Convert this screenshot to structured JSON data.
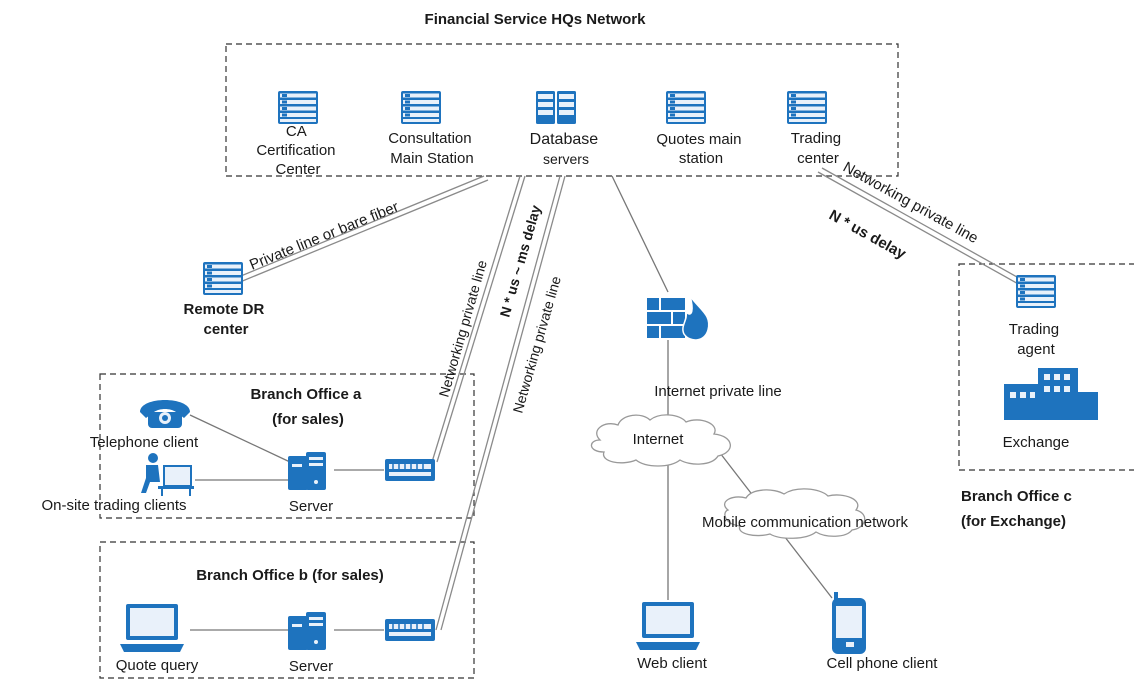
{
  "title": "Financial Service HQs Network",
  "hq": {
    "ca": [
      "CA",
      "Certification",
      "Center"
    ],
    "consultation": [
      "Consultation",
      "Main Station"
    ],
    "database": [
      "Database",
      "servers"
    ],
    "quotes": [
      "Quotes main",
      "station"
    ],
    "trading": [
      "Trading",
      "center"
    ]
  },
  "remote_dr": [
    "Remote DR",
    "center"
  ],
  "links": {
    "private_or_fiber": "Private line or bare fiber",
    "net_private_a": "Networking private line",
    "net_private_b": "Networking private line",
    "net_private_c": "Networking private line",
    "delay_ms": "N * us ~ ms delay",
    "delay_us": "N * us delay",
    "internet_private": "Internet private line"
  },
  "branch_a": {
    "title": [
      "Branch Office a",
      "(for sales)"
    ],
    "telephone": "Telephone client",
    "onsite": "On-site trading clients",
    "server": "Server"
  },
  "branch_b": {
    "title": "Branch Office b (for sales)",
    "quote": "Quote query",
    "server": "Server"
  },
  "branch_c": {
    "title": [
      "Branch Office c",
      "(for Exchange)"
    ],
    "agent": [
      "Trading",
      "agent"
    ],
    "exchange": "Exchange"
  },
  "internet": {
    "cloud": "Internet",
    "mobile": "Mobile communication network",
    "web": "Web client",
    "cell": "Cell phone client"
  }
}
